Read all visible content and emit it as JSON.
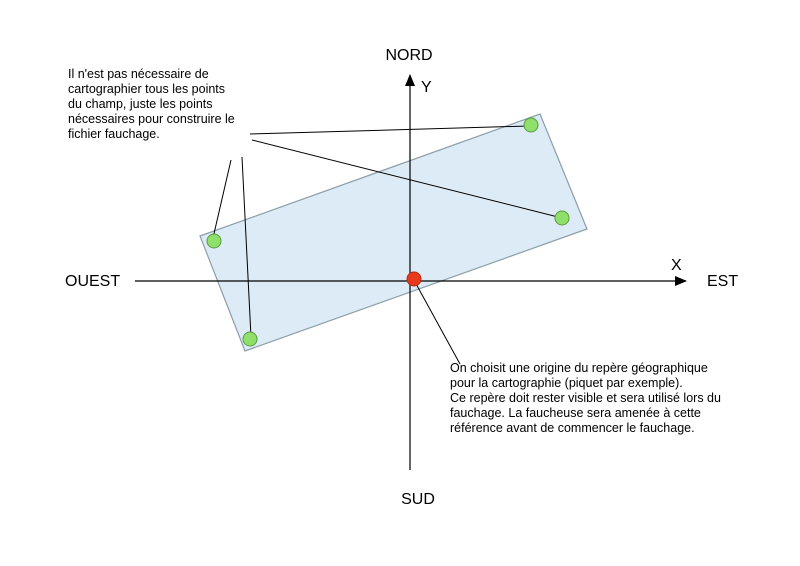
{
  "compass": {
    "north": "NORD",
    "south": "SUD",
    "east": "EST",
    "west": "OUEST"
  },
  "axes": {
    "x": "X",
    "y": "Y"
  },
  "notes": {
    "points_note": "Il n'est pas nécessaire de\ncartographier tous les points\ndu champ, juste les points\nnécessaires pour construire le\nfichier fauchage.",
    "origin_note": "On choisit une origine du repère géographique\npour la cartographie (piquet par exemple).\nCe repère doit rester visible et sera utilisé lors du\nfauchage. La faucheuse sera amenée à cette\nréférence avant de commencer le fauchage."
  },
  "colors": {
    "field_fill": "#dcebf5",
    "field_stroke": "#8c9ea8",
    "point_fill": "#8fe06a",
    "point_stroke": "#5a9a40",
    "origin_fill": "#e83a1a",
    "line": "#000000"
  }
}
